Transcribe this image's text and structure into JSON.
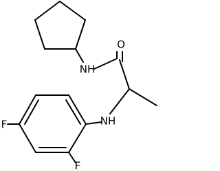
{
  "molecule": {
    "atoms": {
      "nh_amide": "NH",
      "o": "O",
      "nh_amine": "NH",
      "f_para": "F",
      "f_ortho": "F"
    }
  },
  "colors": {
    "bond": "#000000",
    "text": "#000000",
    "background": "#ffffff"
  }
}
